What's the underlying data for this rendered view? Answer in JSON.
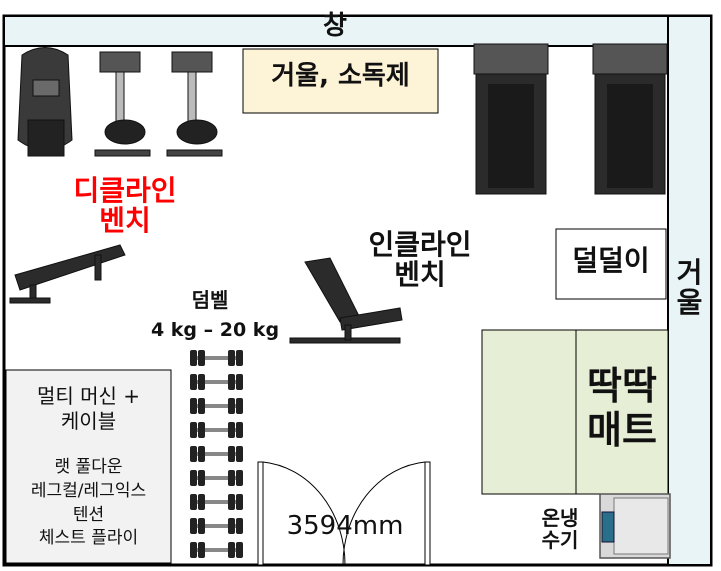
{
  "window_label": "창",
  "mirror_top_label": "거울, 소독제",
  "decline_bench_label": "디클라인\n벤치",
  "incline_bench_label": "인클라인\n벤치",
  "shaker_label": "덜덜이",
  "mirror_right_label": "거\n울",
  "dumbbell_title": "덤벨",
  "dumbbell_range": "4 kg – 20 kg",
  "multi_machine_title": "멀티 머신 +\n케이블",
  "multi_machine_exercises": [
    "랫 풀다운",
    "레그컬/레그익스",
    "텐션",
    "체스트 플라이"
  ],
  "mat_label": "딱딱\n매트",
  "door_width_label": "3594mm",
  "water_heater_label": "온냉\n수기",
  "colors": {
    "window_fill": "#e8f4f6",
    "mirror_top_fill": "#fdf3d6",
    "mat_fill": "#e6efd6",
    "multi_machine_fill": "#f2f2f2",
    "decline_text": "#ff0000",
    "equipment_dark": "#222222"
  }
}
